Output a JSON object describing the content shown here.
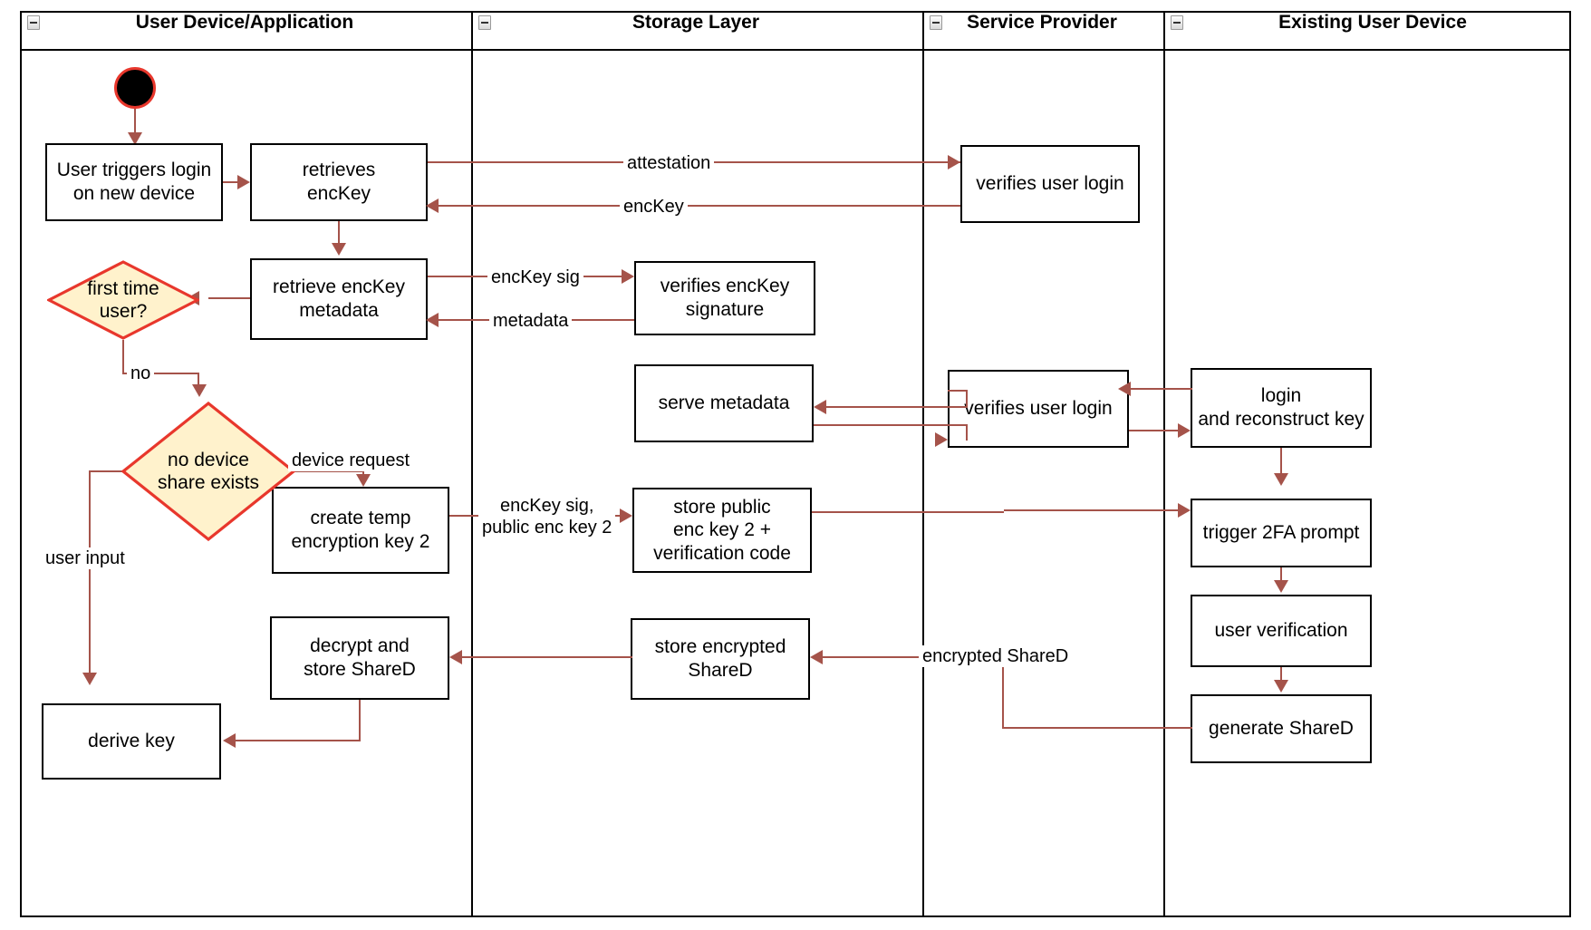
{
  "diagram": {
    "type": "uml-activity-swimlane",
    "lanes": [
      {
        "id": "lane-user-device",
        "title": "User Device/Application",
        "collapse_icon": "collapse-minus-icon"
      },
      {
        "id": "lane-storage",
        "title": "Storage Layer",
        "collapse_icon": "collapse-minus-icon"
      },
      {
        "id": "lane-service-provider",
        "title": "Service Provider",
        "collapse_icon": "collapse-minus-icon"
      },
      {
        "id": "lane-existing-device",
        "title": "Existing User Device",
        "collapse_icon": "collapse-minus-icon"
      }
    ],
    "start_node": {
      "name": "start-node",
      "shape": "filled-circle"
    },
    "nodes": [
      {
        "id": "n1",
        "lane": "lane-user-device",
        "label": "User triggers login\non new device",
        "shape": "rect"
      },
      {
        "id": "n2",
        "lane": "lane-user-device",
        "label": "retrieves\nencKey",
        "shape": "rect"
      },
      {
        "id": "n3",
        "lane": "lane-user-device",
        "label": "retrieve encKey\nmetadata",
        "shape": "rect"
      },
      {
        "id": "d1",
        "lane": "lane-user-device",
        "label": "first time\nuser?",
        "shape": "diamond"
      },
      {
        "id": "d2",
        "lane": "lane-user-device",
        "label": "no device\nshare exists",
        "shape": "diamond"
      },
      {
        "id": "n4",
        "lane": "lane-user-device",
        "label": "create temp\nencryption key 2",
        "shape": "rect"
      },
      {
        "id": "n5",
        "lane": "lane-user-device",
        "label": "decrypt and\nstore ShareD",
        "shape": "rect"
      },
      {
        "id": "n6",
        "lane": "lane-user-device",
        "label": "derive key",
        "shape": "rect"
      },
      {
        "id": "n7",
        "lane": "lane-storage",
        "label": "verifies encKey\nsignature",
        "shape": "rect"
      },
      {
        "id": "n8",
        "lane": "lane-storage",
        "label": "serve metadata",
        "shape": "rect"
      },
      {
        "id": "n9",
        "lane": "lane-storage",
        "label": "store public\nenc key 2 +\nverification code",
        "shape": "rect"
      },
      {
        "id": "n10",
        "lane": "lane-storage",
        "label": "store encrypted\nShareD",
        "shape": "rect"
      },
      {
        "id": "n11",
        "lane": "lane-service-provider",
        "label": "verifies user login",
        "shape": "rect"
      },
      {
        "id": "n12",
        "lane": "lane-service-provider",
        "label": "verifies user login",
        "shape": "rect"
      },
      {
        "id": "n13",
        "lane": "lane-existing-device",
        "label": "login\nand reconstruct key",
        "shape": "rect"
      },
      {
        "id": "n14",
        "lane": "lane-existing-device",
        "label": "trigger 2FA prompt",
        "shape": "rect"
      },
      {
        "id": "n15",
        "lane": "lane-existing-device",
        "label": "user verification",
        "shape": "rect"
      },
      {
        "id": "n16",
        "lane": "lane-existing-device",
        "label": "generate ShareD",
        "shape": "rect"
      }
    ],
    "edge_labels": [
      {
        "id": "e-attestation",
        "text": "attestation"
      },
      {
        "id": "e-enckey",
        "text": "encKey"
      },
      {
        "id": "e-enckeysig",
        "text": "encKey sig"
      },
      {
        "id": "e-metadata",
        "text": "metadata"
      },
      {
        "id": "e-no",
        "text": "no"
      },
      {
        "id": "e-devicerequest",
        "text": "device request"
      },
      {
        "id": "e-userinput",
        "text": "user input"
      },
      {
        "id": "e-enckeysig2",
        "text": "encKey sig,\npublic enc key 2"
      },
      {
        "id": "e-encshared",
        "text": "encrypted ShareD"
      }
    ],
    "colors": {
      "connector": "#a5534a",
      "decision_fill": "#fff2cc",
      "decision_stroke": "#e8372c",
      "node_stroke": "#000000",
      "node_fill": "#ffffff",
      "start_fill": "#000000",
      "start_stroke": "#e8372c"
    }
  }
}
